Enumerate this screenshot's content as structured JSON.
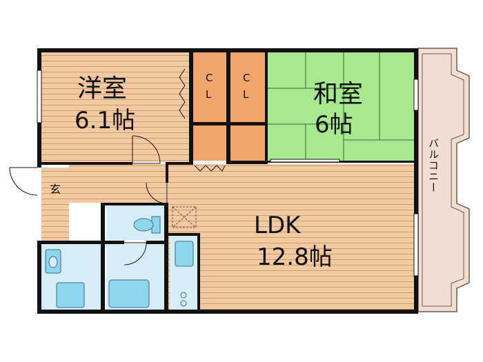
{
  "rooms": {
    "western": {
      "name": "洋室",
      "size": "6.1帖"
    },
    "japanese": {
      "name": "和室",
      "size": "6帖"
    },
    "ldk": {
      "name": "LDK",
      "size": "12.8帖"
    },
    "entrance": {
      "name": "玄"
    },
    "balcony": {
      "name": "バルコニー"
    },
    "closet1": {
      "c": "C",
      "l": "L"
    },
    "closet2": {
      "c": "C",
      "l": "L"
    }
  },
  "colors": {
    "wall": "#111111",
    "wood_floor": "#f3c9a2",
    "wood_stripe": "#c99a74",
    "tatami": "#a6e98f",
    "closet": "#f0a66a",
    "wet_area": "#d6ecf7",
    "fixture": "#8ed6ee",
    "balcony": "#f1ddd1"
  }
}
